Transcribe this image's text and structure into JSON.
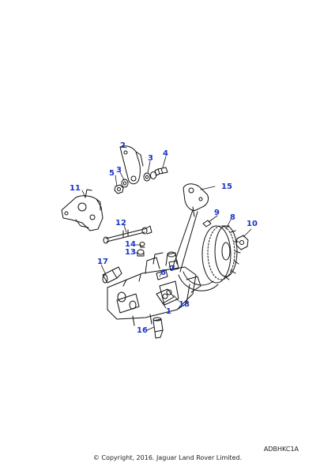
{
  "diagram": {
    "reference_code": "ADBHKC1A",
    "copyright": "© Copyright, 2016. Jaguar Land Rover Limited.",
    "callouts": [
      {
        "id": "c1",
        "label": "1"
      },
      {
        "id": "c2",
        "label": "2"
      },
      {
        "id": "c3a",
        "label": "3"
      },
      {
        "id": "c3b",
        "label": "3"
      },
      {
        "id": "c4",
        "label": "4"
      },
      {
        "id": "c5",
        "label": "5"
      },
      {
        "id": "c6",
        "label": "6"
      },
      {
        "id": "c7",
        "label": "7"
      },
      {
        "id": "c8",
        "label": "8"
      },
      {
        "id": "c9",
        "label": "9"
      },
      {
        "id": "c10",
        "label": "10"
      },
      {
        "id": "c11",
        "label": "11"
      },
      {
        "id": "c12",
        "label": "12"
      },
      {
        "id": "c13",
        "label": "13"
      },
      {
        "id": "c14",
        "label": "14"
      },
      {
        "id": "c15",
        "label": "15"
      },
      {
        "id": "c16",
        "label": "16"
      },
      {
        "id": "c17",
        "label": "17"
      },
      {
        "id": "c18",
        "label": "18"
      }
    ]
  },
  "colors": {
    "callout": "#1a35c8",
    "line": "#111111",
    "background": "#ffffff"
  }
}
